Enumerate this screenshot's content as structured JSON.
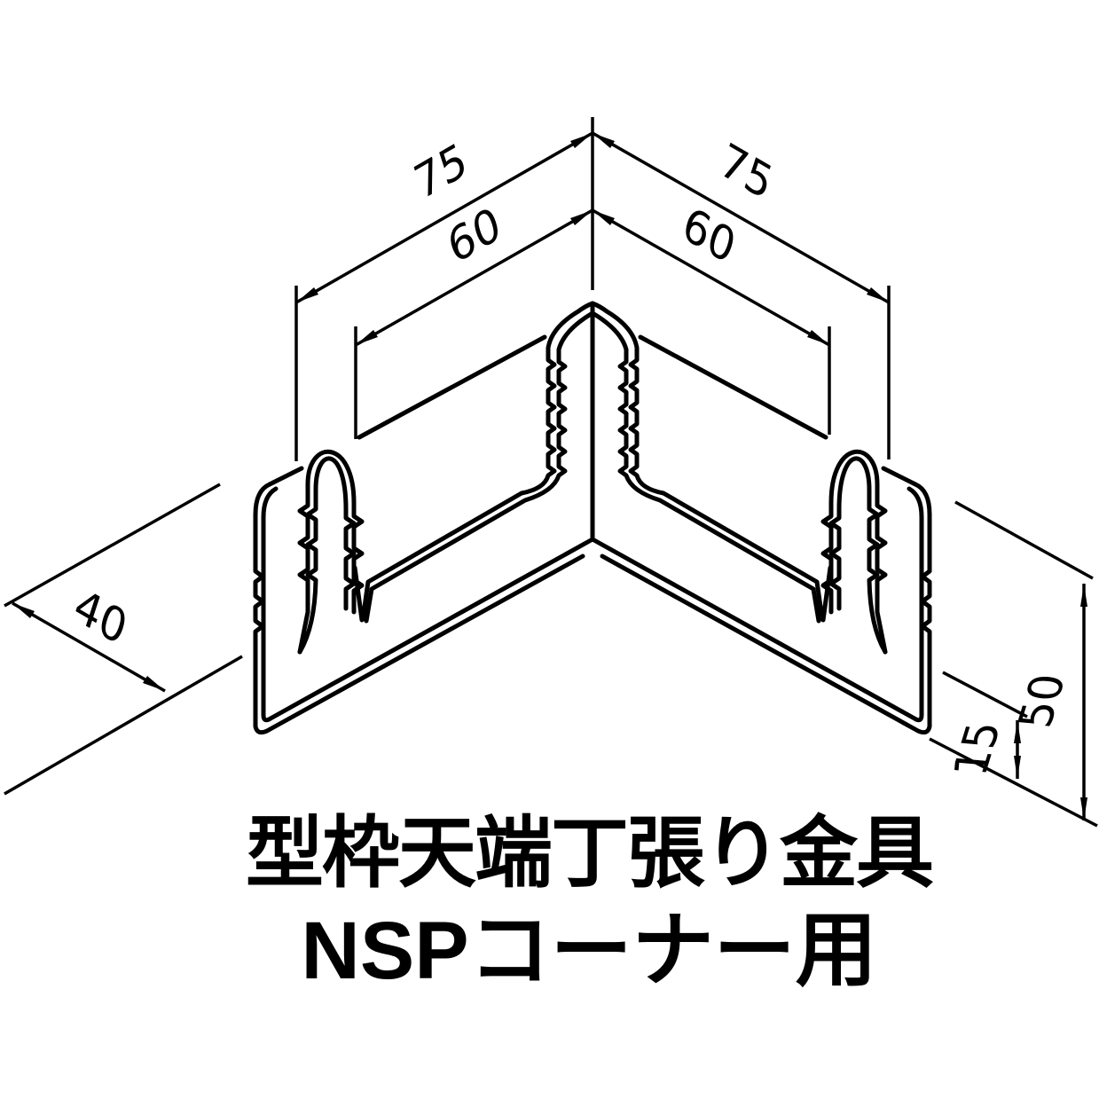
{
  "page": {
    "background": "#ffffff",
    "line_color": "#000000"
  },
  "drawing": {
    "kind": "isometric-technical-line-drawing",
    "subject": "formwork corner bracket with serrated prongs",
    "dimensions": {
      "left_outer": "75",
      "left_inner": "60",
      "right_outer": "75",
      "right_inner": "60",
      "flange_depth": "40",
      "prong_clearance": "15",
      "plate_height": "50"
    },
    "title": {
      "line1": "型枠天端丁張り金具",
      "line2": "NSPコーナー用"
    }
  }
}
